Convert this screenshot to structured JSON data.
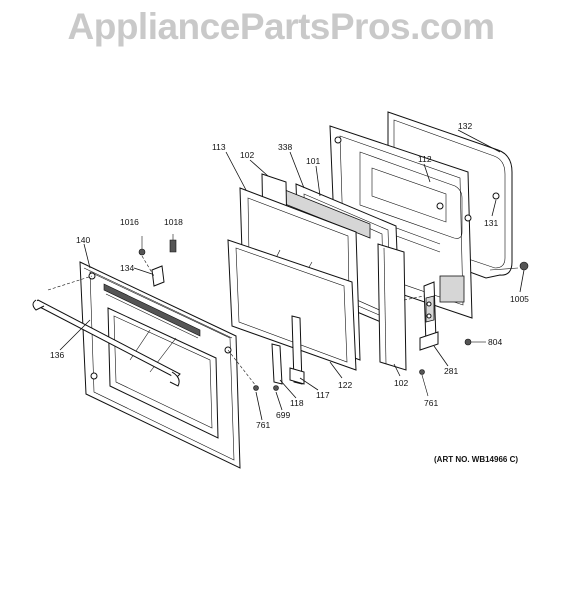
{
  "watermark": "AppliancePartsPros.com",
  "art_number": "(ART NO. WB14966 C)",
  "part_labels": {
    "p113": "113",
    "p102a": "102",
    "p338": "338",
    "p101": "101",
    "p132": "132",
    "p112": "112",
    "p131": "131",
    "p1005": "1005",
    "p1016": "1016",
    "p1018": "1018",
    "p140": "140",
    "p134": "134",
    "p136": "136",
    "p804": "804",
    "p281": "281",
    "p761b": "761",
    "p102b": "102",
    "p122": "122",
    "p117": "117",
    "p118": "118",
    "p699": "699",
    "p761a": "761"
  }
}
